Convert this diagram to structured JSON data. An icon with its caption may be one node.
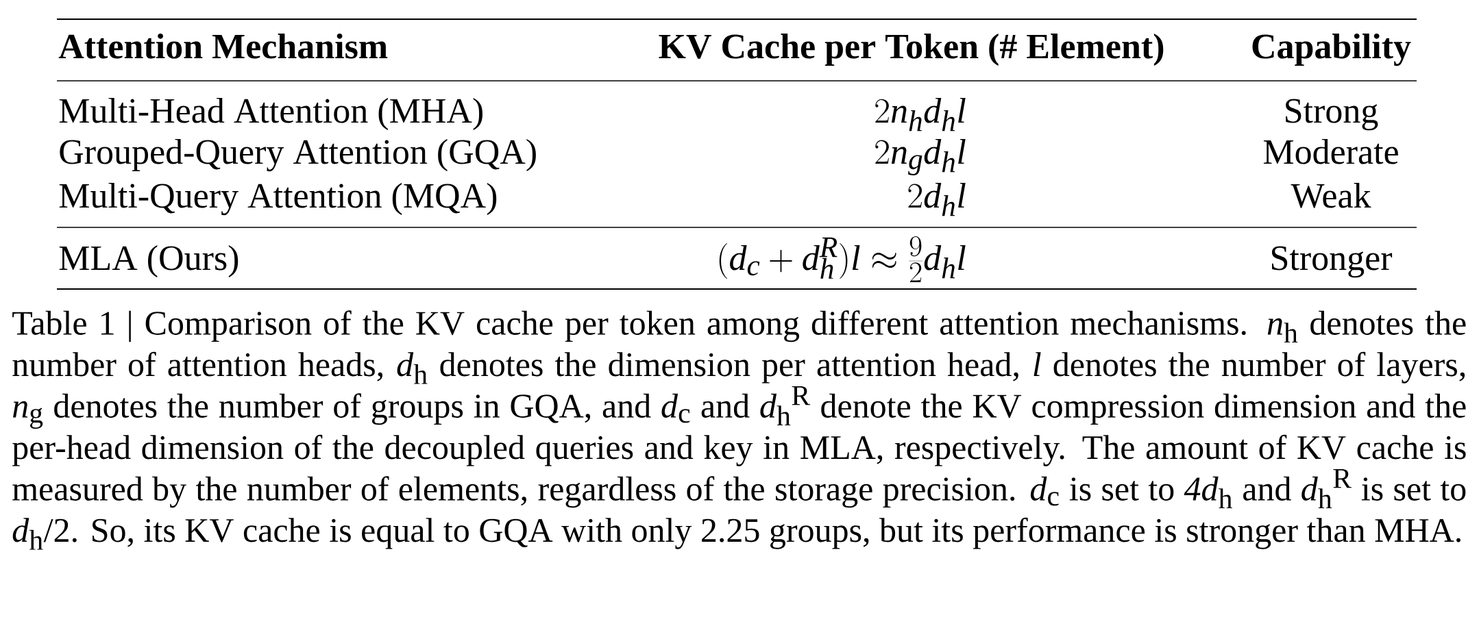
{
  "diagram": {
    "caption": "Table 1 | Comparison of the KV cache per token among different attention mechanisms. *n*$_{h}$ denotes the number of attention heads, *d*$_{h}$ denotes the dimension per attention head, *l* denotes the number of layers, *n*$_{g}$ denotes the number of groups in GQA, and *d*$_{c}$ and *d*$_{h}$$^{R}$ denote the KV compression dimension and the per-head dimension of the decoupled queries and key in MLA, respectively. The amount of KV cache is measured by the number of elements, regardless of the storage precision. *d*$_{c}$ is set to *4d*$_{h}$ and *d*$_{h}$$^{R}$ is set to *d*$_{h}$/2. So, its KV cache is equal to GQA with only 2.25 groups, but its performance is stronger than MHA.",
    "labels": [
      "Attention Mechanism",
      "KV Cache per Token (# Element)",
      "Capability",
      "Multi-Head Attention (MHA)",
      "2n_hd_hl",
      "Strong",
      "Grouped-Query Attention (GQA)",
      "2n_gd_hl",
      "Moderate",
      "Multi-Query Attention (MQA)",
      "2d_hl",
      "Weak",
      "MLA (Ours)",
      "(d_c+d_h^R)l\\approx\\frac{9}{2}d_hl",
      "Stronger"
    ]
  }
}
